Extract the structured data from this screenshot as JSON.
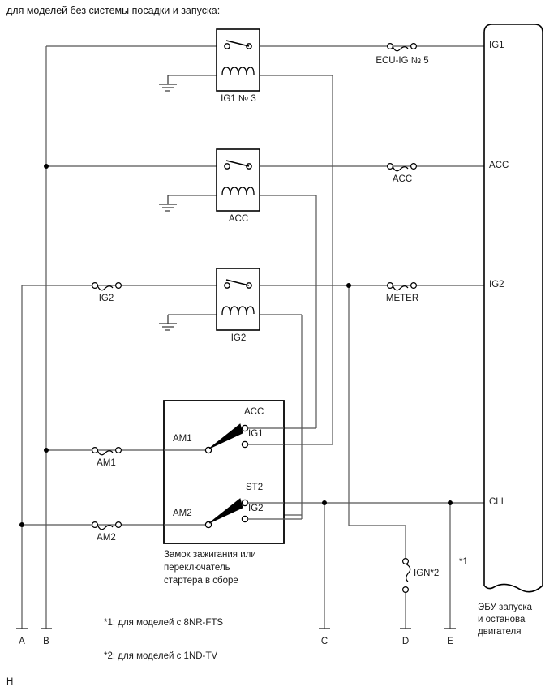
{
  "header": {
    "title": "для моделей без системы посадки и запуска:"
  },
  "relays": [
    {
      "id": "relay-ig1-3",
      "label": "IG1 № 3"
    },
    {
      "id": "relay-acc",
      "label": "ACC"
    },
    {
      "id": "relay-ig2",
      "label": "IG2"
    }
  ],
  "fuses": [
    {
      "id": "fuse-ecu-ig-5",
      "label": "ECU-IG № 5"
    },
    {
      "id": "fuse-acc",
      "label": "ACC"
    },
    {
      "id": "fuse-ig2",
      "label": "IG2"
    },
    {
      "id": "fuse-meter",
      "label": "METER"
    },
    {
      "id": "fuse-am1",
      "label": "AM1"
    },
    {
      "id": "fuse-am2",
      "label": "AM2"
    },
    {
      "id": "fuse-ign",
      "label": "IGN*2"
    }
  ],
  "ignition_switch": {
    "caption_line1": "Замок зажигания или",
    "caption_line2": "переключатель",
    "caption_line3": "стартера в сборе",
    "terminals_in": [
      "AM1",
      "AM2"
    ],
    "terminals_out_upper": [
      "ACC",
      "IG1"
    ],
    "terminals_out_lower": [
      "ST2",
      "IG2"
    ]
  },
  "ecu": {
    "terminals": [
      "IG1",
      "ACC",
      "IG2",
      "CLL"
    ],
    "caption_line1": "ЭБУ запуска",
    "caption_line2": "и останова",
    "caption_line3": "двигателя",
    "footnote_marker": "*1"
  },
  "connectors": [
    {
      "id": "connector-a",
      "label": "A"
    },
    {
      "id": "connector-b",
      "label": "B"
    },
    {
      "id": "connector-c",
      "label": "C"
    },
    {
      "id": "connector-d",
      "label": "D"
    },
    {
      "id": "connector-e",
      "label": "E"
    }
  ],
  "footnotes": [
    {
      "id": "footnote-1",
      "text": "*1: для моделей с 8NR-FTS"
    },
    {
      "id": "footnote-2",
      "text": "*2: для моделей с 1ND-TV"
    }
  ],
  "page_mark": "H",
  "colors": {
    "wire": "#555555",
    "outline": "#000000",
    "text": "#1a1a1a"
  }
}
